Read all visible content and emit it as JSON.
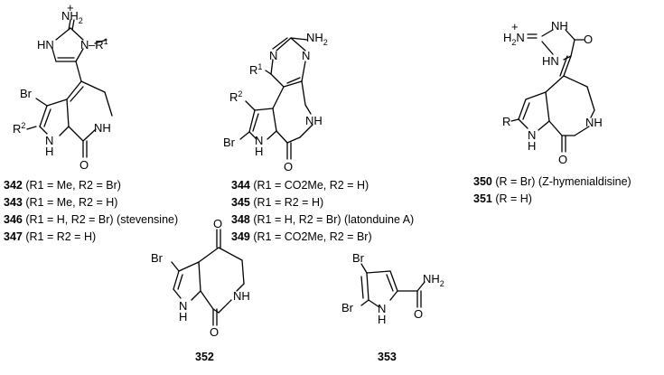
{
  "labels": {
    "plus": "+",
    "NH2": "NH",
    "sub2": "2",
    "N": "N",
    "NH": "NH",
    "HN": "HN",
    "H2N": "H",
    "Br": "Br",
    "R1": "R",
    "R2": "R",
    "R": "R",
    "sup1": "1",
    "sup2": "2",
    "O": "O",
    "H": "H"
  },
  "legend_left": [
    {
      "num": "342",
      "text": " (R1 = Me, R2 = Br)"
    },
    {
      "num": "343",
      "text": " (R1 = Me, R2 = H)"
    },
    {
      "num": "346",
      "text": " (R1 = H, R2 = Br) (stevensine)"
    },
    {
      "num": "347",
      "text": " (R1 = R2 = H)"
    }
  ],
  "legend_mid": [
    {
      "num": "344",
      "text": " (R1 = CO2Me, R2 = H)"
    },
    {
      "num": "345",
      "text": " (R1 = R2 = H)"
    },
    {
      "num": "348",
      "text": " (R1 = H, R2 = Br) (latonduine A)"
    },
    {
      "num": "349",
      "text": " (R1 = CO2Me, R2 = Br)"
    }
  ],
  "legend_right": [
    {
      "num": "350",
      "text": " (R = Br) (Z-hymenialdisine)"
    },
    {
      "num": "351",
      "text": " (R = H)"
    }
  ],
  "captions": {
    "c352": "352",
    "c353": "353"
  }
}
